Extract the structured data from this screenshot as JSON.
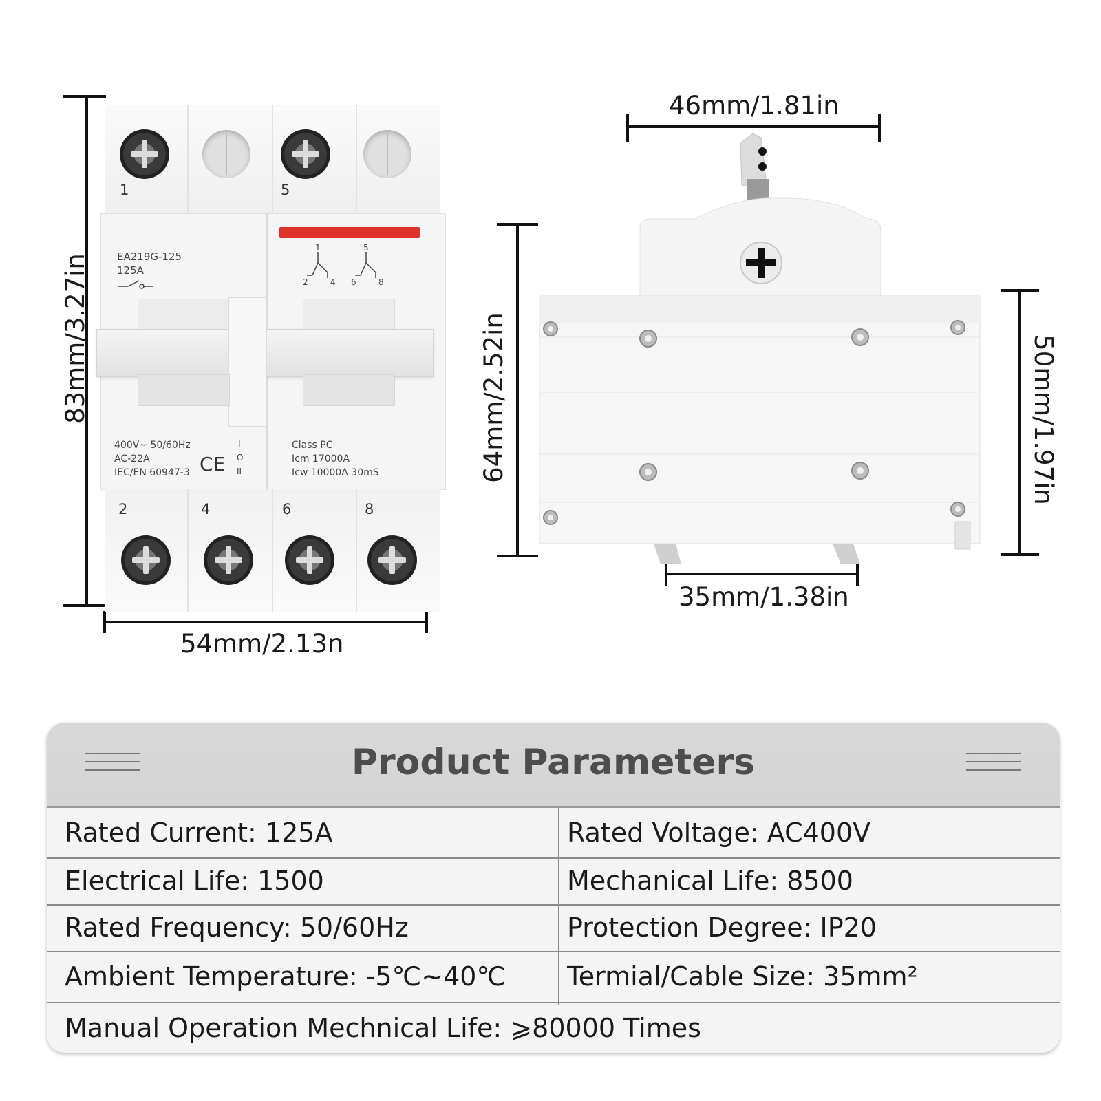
{
  "dimensions": {
    "front_height": "83mm/3.27in",
    "front_width": "54mm/2.13n",
    "side_top_width": "46mm/1.81in",
    "side_height_left": "64mm/2.52in",
    "side_height_right": "50mm/1.97in",
    "side_bottom_width": "35mm/1.38in"
  },
  "breaker": {
    "model": "EA219G-125",
    "current": "125A",
    "top_terminals": [
      "1",
      "5"
    ],
    "bottom_terminals": [
      "2",
      "4",
      "6",
      "8"
    ],
    "diagram_labels": [
      "1",
      "2",
      "4",
      "5",
      "6",
      "8"
    ],
    "specs_left": [
      "400V~ 50/60Hz",
      "AC-22A",
      "IEC/EN 60947-3"
    ],
    "ce_mark": "CE",
    "switch_positions": [
      "I",
      "O",
      "II"
    ],
    "specs_right": [
      "Class PC",
      "Icm 17000A",
      "Icw 10000A 30mS"
    ],
    "red_bar_color": "#e0322c"
  },
  "table": {
    "title": "Product Parameters",
    "rows": [
      [
        "Rated Current: 125A",
        "Rated Voltage: AC400V"
      ],
      [
        "Electrical Life: 1500",
        "Mechanical Life: 8500"
      ],
      [
        "Rated Frequency: 50/60Hz",
        "Protection Degree: IP20"
      ],
      [
        "Ambient Temperature: -5℃~40℃",
        "Termial/Cable Size: 35mm²"
      ],
      [
        "Manual Operation Mechnical Life: ⩾80000 Times"
      ]
    ]
  }
}
